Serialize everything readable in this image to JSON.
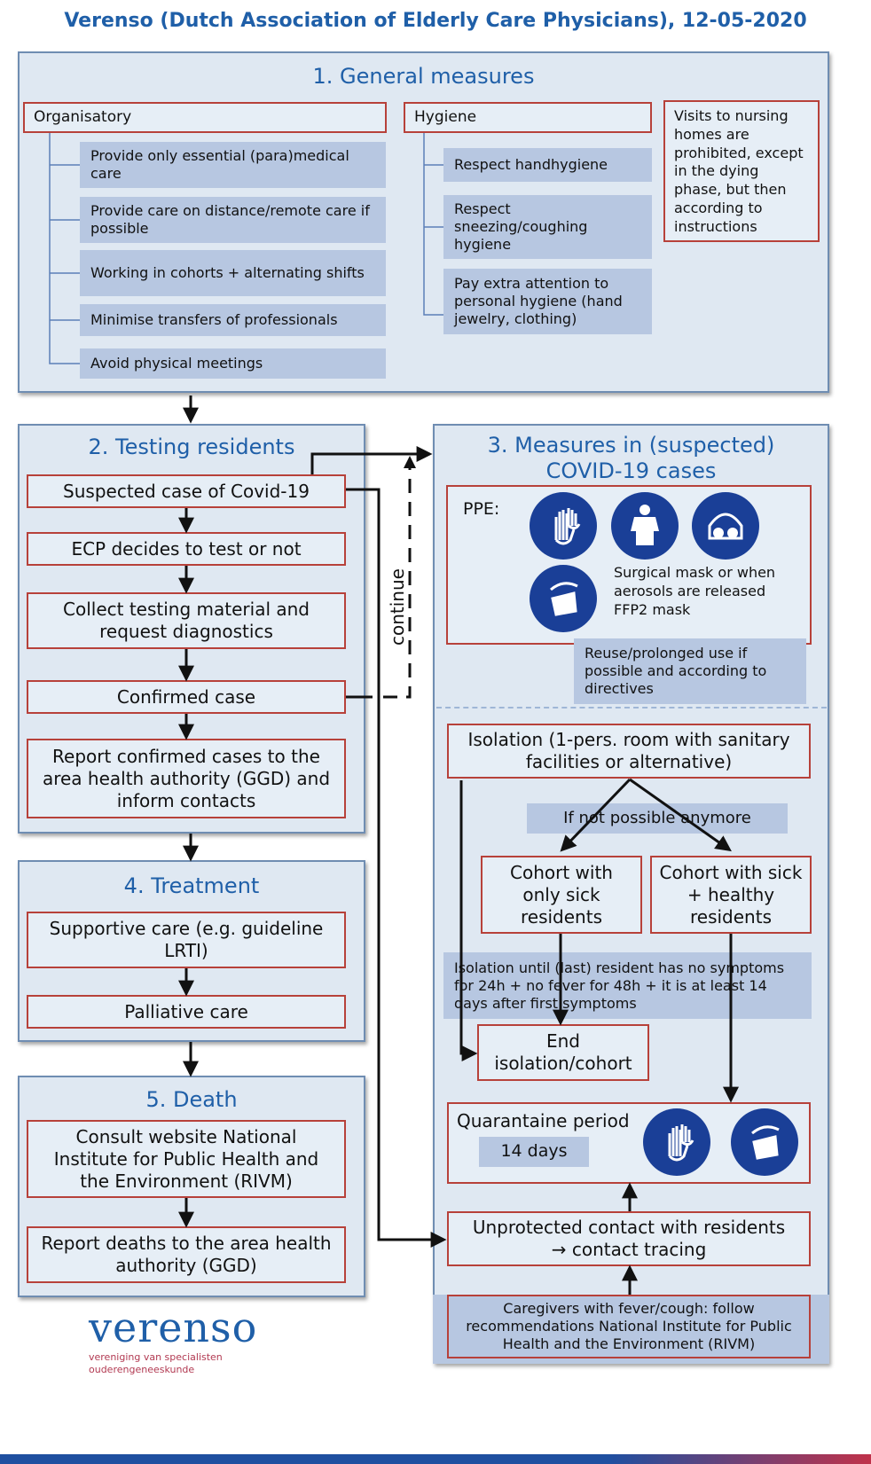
{
  "header": {
    "title": "Verenso (Dutch Association of Elderly Care Physicians), 12-05-2020"
  },
  "general": {
    "title": "1. General measures",
    "organisatory_label": "Organisatory",
    "organisatory_items": [
      "Provide only essential (para)medical care",
      "Provide care on distance/remote care if possible",
      "Working in cohorts + alternating shifts",
      "Minimise transfers of professionals",
      "Avoid physical meetings"
    ],
    "hygiene_label": "Hygiene",
    "hygiene_items": [
      "Respect handhygiene",
      "Respect sneezing/coughing hygiene",
      "Pay extra attention to personal hygiene (hand jewelry, clothing)"
    ],
    "visits_note": "Visits to nursing homes are prohibited, except in the dying phase, but then according to instructions"
  },
  "testing": {
    "title": "2. Testing residents",
    "steps": [
      "Suspected case of Covid-19",
      "ECP decides to test or not",
      "Collect testing material and request diagnostics",
      "Confirmed case",
      "Report confirmed cases to the area health authority (GGD) and inform contacts"
    ],
    "continue_label": "continue"
  },
  "treatment": {
    "title": "4. Treatment",
    "steps": [
      "Supportive care (e.g. guideline LRTI)",
      "Palliative care"
    ]
  },
  "death": {
    "title": "5. Death",
    "steps": [
      "Consult website National Institute for Public Health and the Environment (RIVM)",
      "Report deaths to the area health authority (GGD)"
    ]
  },
  "measures": {
    "title_line1": "3. Measures in (suspected)",
    "title_line2": "COVID-19 cases",
    "ppe_label": "PPE:",
    "ppe_icons": [
      "gloves-icon",
      "gown-icon",
      "goggles-icon",
      "face-mask-icon"
    ],
    "mask_note": "Surgical mask or when aerosols are released FFP2 mask",
    "reuse_note": "Reuse/prolonged use if possible and according to directives",
    "isolation": "Isolation (1-pers. room with sanitary facilities or alternative)",
    "if_not_possible": "If not possible anymore",
    "cohort_sick": "Cohort with only sick residents",
    "cohort_mixed": "Cohort with sick + healthy residents",
    "isolation_until": "Isolation until (last) resident has no symptoms  for 24h + no fever for 48h + it is at least 14 days after first symptoms",
    "end_isolation": "End isolation/cohort",
    "quarantine_label": "Quarantaine period",
    "quarantine_days": "14 days",
    "unprotected_line1": "Unprotected contact with residents",
    "unprotected_line2": "→ contact tracing",
    "caregivers": "Caregivers with fever/cough: follow recommendations National Institute for Public Health and the Environment (RIVM)"
  },
  "logo": {
    "name": "verenso",
    "subtitle_line1": "vereniging van specialisten",
    "subtitle_line2": "ouderengeneeskunde"
  },
  "colors": {
    "accent_blue": "#1f5fa8",
    "box_red": "#b7413a",
    "panel_bg": "#dfe8f2",
    "grey_blue": "#b7c7e1",
    "icon_blue": "#1a3f97"
  }
}
